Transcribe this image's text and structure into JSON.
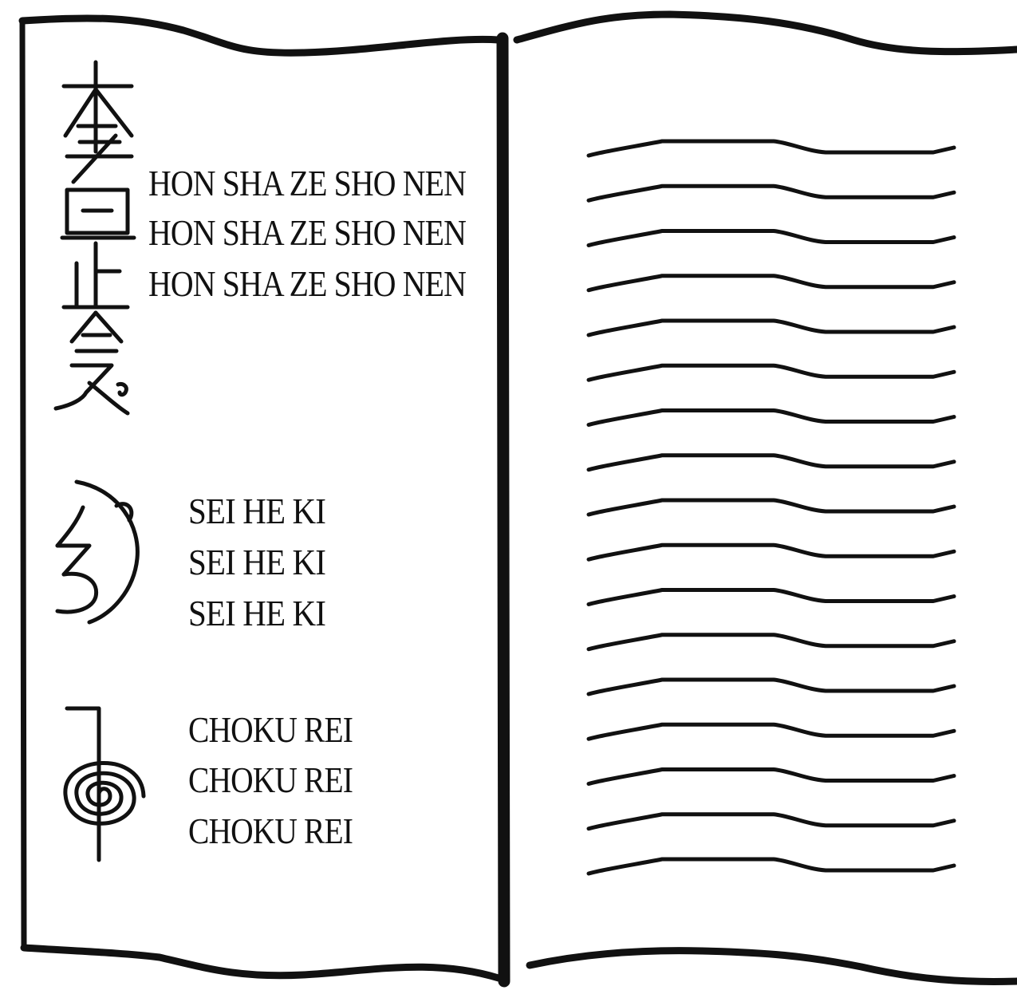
{
  "left_page": {
    "symbols": [
      {
        "name": "hon-sha-ze-sho-nen",
        "icon": "hon-sha-ze-sho-nen-symbol-icon",
        "lines": [
          "HON SHA ZE SHO NEN",
          "HON SHA ZE SHO NEN",
          "HON SHA ZE SHO NEN"
        ]
      },
      {
        "name": "sei-he-ki",
        "icon": "sei-he-ki-symbol-icon",
        "lines": [
          "SEI HE KI",
          "SEI HE KI",
          "SEI HE KI"
        ]
      },
      {
        "name": "choku-rei",
        "icon": "choku-rei-symbol-icon",
        "lines": [
          "CHOKU REI",
          "CHOKU REI",
          "CHOKU REI"
        ]
      }
    ]
  },
  "right_page": {
    "placeholder_line_count": 17
  }
}
